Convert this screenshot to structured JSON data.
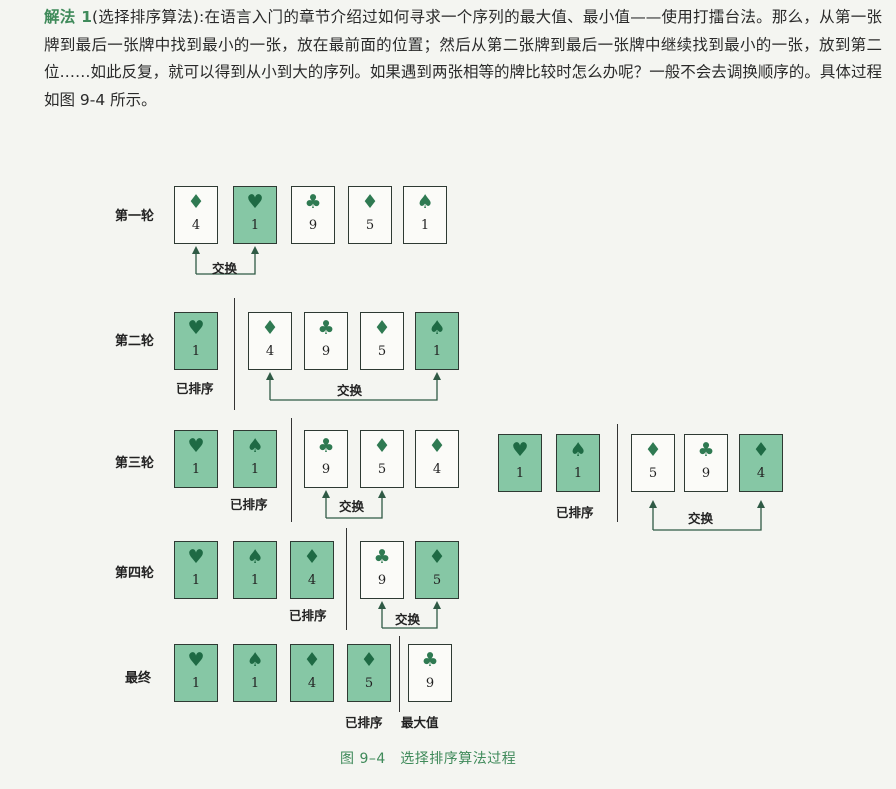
{
  "paragraph": {
    "lead": "解法 1",
    "lead_paren": "(选择排序算法):",
    "text": "在语言入门的章节介绍过如何寻求一个序列的最大值、最小值——使用打擂台法。那么，从第一张牌到最后一张牌中找到最小的一张，放在最前面的位置；然后从第二张牌到最后一张牌中继续找到最小的一张，放到第二位……如此反复，就可以得到从小到大的序列。如果遇到两张相等的牌比较时怎么办呢？一般不会去调换顺序的。具体过程如图 9-4 所示。"
  },
  "figure": {
    "caption": "图 9–4　选择排序算法过程",
    "swap_label": "交换",
    "sorted_label": "已排序",
    "max_label": "最大值",
    "rows": [
      {
        "label": "第一轮",
        "cards": [
          {
            "suit": "diamond-icon",
            "glyph": "♦",
            "value": "4",
            "sorted": false
          },
          {
            "suit": "heart-icon",
            "glyph": "♥",
            "value": "1",
            "sorted": true
          },
          {
            "suit": "club-icon",
            "glyph": "♣",
            "value": "9",
            "sorted": false
          },
          {
            "suit": "diamond-icon",
            "glyph": "♦",
            "value": "5",
            "sorted": false
          },
          {
            "suit": "spade-icon",
            "glyph": "♠",
            "value": "1",
            "sorted": false
          }
        ]
      },
      {
        "label": "第二轮",
        "cards": [
          {
            "suit": "heart-icon",
            "glyph": "♥",
            "value": "1",
            "sorted": true
          },
          {
            "suit": "diamond-icon",
            "glyph": "♦",
            "value": "4",
            "sorted": false
          },
          {
            "suit": "club-icon",
            "glyph": "♣",
            "value": "9",
            "sorted": false
          },
          {
            "suit": "diamond-icon",
            "glyph": "♦",
            "value": "5",
            "sorted": false
          },
          {
            "suit": "spade-icon",
            "glyph": "♠",
            "value": "1",
            "sorted": true
          }
        ]
      },
      {
        "label": "第三轮",
        "cards": [
          {
            "suit": "heart-icon",
            "glyph": "♥",
            "value": "1",
            "sorted": true
          },
          {
            "suit": "spade-icon",
            "glyph": "♠",
            "value": "1",
            "sorted": true
          },
          {
            "suit": "club-icon",
            "glyph": "♣",
            "value": "9",
            "sorted": false
          },
          {
            "suit": "diamond-icon",
            "glyph": "♦",
            "value": "5",
            "sorted": false
          },
          {
            "suit": "diamond-icon",
            "glyph": "♦",
            "value": "4",
            "sorted": false
          }
        ]
      },
      {
        "label": "",
        "cards": [
          {
            "suit": "heart-icon",
            "glyph": "♥",
            "value": "1",
            "sorted": true
          },
          {
            "suit": "spade-icon",
            "glyph": "♠",
            "value": "1",
            "sorted": true
          },
          {
            "suit": "diamond-icon",
            "glyph": "♦",
            "value": "5",
            "sorted": false
          },
          {
            "suit": "club-icon",
            "glyph": "♣",
            "value": "9",
            "sorted": false
          },
          {
            "suit": "diamond-icon",
            "glyph": "♦",
            "value": "4",
            "sorted": true
          }
        ]
      },
      {
        "label": "第四轮",
        "cards": [
          {
            "suit": "heart-icon",
            "glyph": "♥",
            "value": "1",
            "sorted": true
          },
          {
            "suit": "spade-icon",
            "glyph": "♠",
            "value": "1",
            "sorted": true
          },
          {
            "suit": "diamond-icon",
            "glyph": "♦",
            "value": "4",
            "sorted": true
          },
          {
            "suit": "club-icon",
            "glyph": "♣",
            "value": "9",
            "sorted": false
          },
          {
            "suit": "diamond-icon",
            "glyph": "♦",
            "value": "5",
            "sorted": true
          }
        ]
      },
      {
        "label": "最终",
        "cards": [
          {
            "suit": "heart-icon",
            "glyph": "♥",
            "value": "1",
            "sorted": true
          },
          {
            "suit": "spade-icon",
            "glyph": "♠",
            "value": "1",
            "sorted": true
          },
          {
            "suit": "diamond-icon",
            "glyph": "♦",
            "value": "4",
            "sorted": true
          },
          {
            "suit": "diamond-icon",
            "glyph": "♦",
            "value": "5",
            "sorted": true
          },
          {
            "suit": "club-icon",
            "glyph": "♣",
            "value": "9",
            "sorted": false
          }
        ]
      }
    ]
  },
  "colors": {
    "accent": "#3f8a5a",
    "sorted_card": "#86c7a5",
    "card": "#fbfbf8"
  }
}
